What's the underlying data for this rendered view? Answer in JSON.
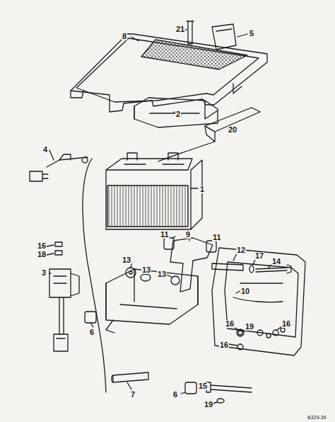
{
  "diagram": {
    "labels": [
      "21",
      "5",
      "8",
      "2",
      "20",
      "4",
      "1",
      "11",
      "9",
      "11",
      "16",
      "18",
      "12",
      "17",
      "14",
      "3",
      "13",
      "13",
      "13",
      "10",
      "6",
      "16",
      "19",
      "16",
      "16",
      "7",
      "6",
      "15",
      "19",
      "B329-39"
    ]
  }
}
